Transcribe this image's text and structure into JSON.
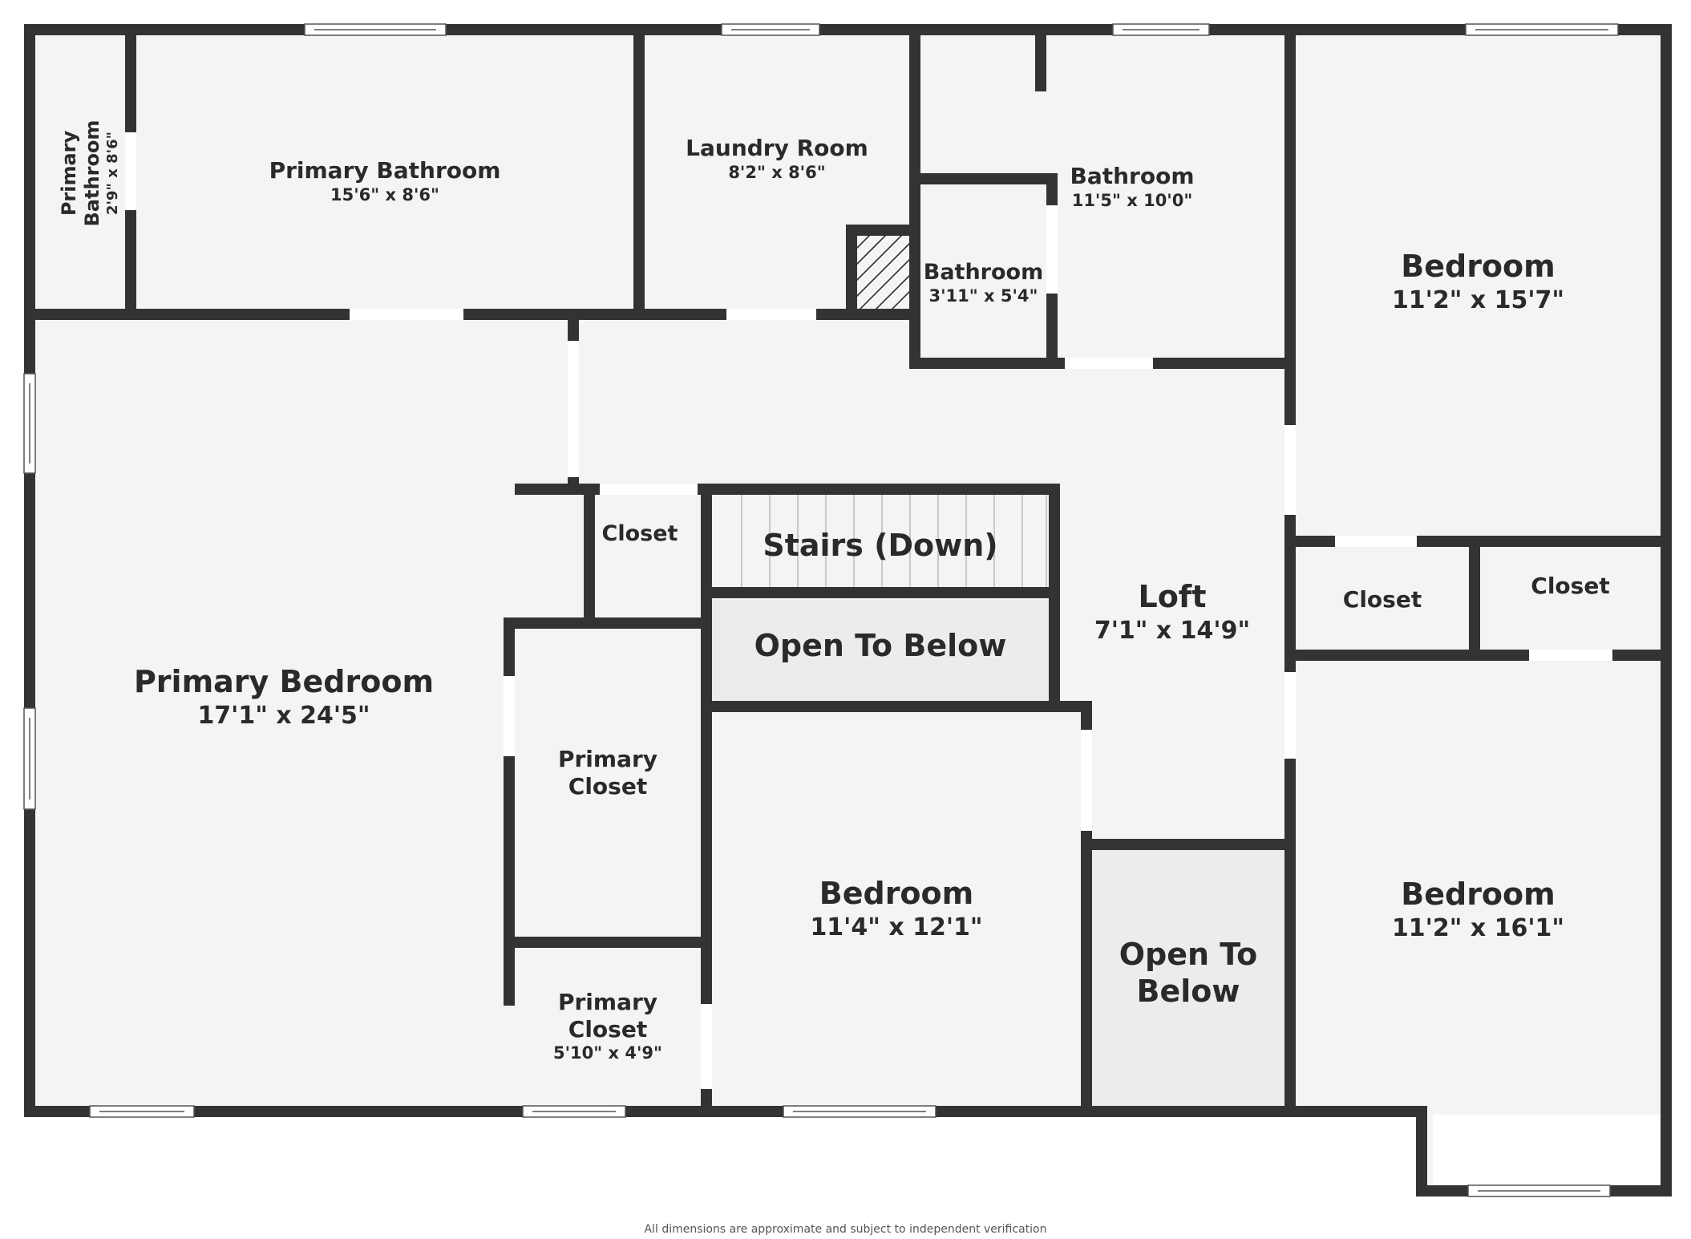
{
  "rooms": {
    "primary_bath_small": {
      "name": "Primary Bathroom",
      "dim": "2'9\" x 8'6\""
    },
    "primary_bathroom": {
      "name": "Primary Bathroom",
      "dim": "15'6\" x 8'6\""
    },
    "laundry": {
      "name": "Laundry Room",
      "dim": "8'2\" x 8'6\""
    },
    "bathroom_main": {
      "name": "Bathroom",
      "dim": "11'5\" x 10'0\""
    },
    "bathroom_small": {
      "name": "Bathroom",
      "dim": "3'11\" x 5'4\""
    },
    "bedroom_ne": {
      "name": "Bedroom",
      "dim": "11'2\" x 15'7\""
    },
    "closet_a": {
      "name": "Closet"
    },
    "stairs": {
      "name": "Stairs (Down)"
    },
    "loft": {
      "name": "Loft",
      "dim": "7'1\" x 14'9\""
    },
    "closet_b": {
      "name": "Closet"
    },
    "closet_c": {
      "name": "Closet"
    },
    "open_below_1": {
      "name": "Open To Below"
    },
    "primary_bedroom": {
      "name": "Primary Bedroom",
      "dim": "17'1\" x 24'5\""
    },
    "primary_closet_1": {
      "name_l1": "Primary",
      "name_l2": "Closet"
    },
    "bedroom_center": {
      "name": "Bedroom",
      "dim": "11'4\" x 12'1\""
    },
    "open_below_2": {
      "name_l1": "Open To",
      "name_l2": "Below"
    },
    "bedroom_se": {
      "name": "Bedroom",
      "dim": "11'2\" x 16'1\""
    },
    "primary_closet_2": {
      "name_l1": "Primary",
      "name_l2": "Closet",
      "dim": "5'10\" x 4'9\""
    }
  },
  "footer": {
    "disclaimer": "All dimensions are approximate and subject to independent verification"
  },
  "colors": {
    "wall": "#333333",
    "floor": "#f4f4f4",
    "open_below": "#ececec"
  }
}
